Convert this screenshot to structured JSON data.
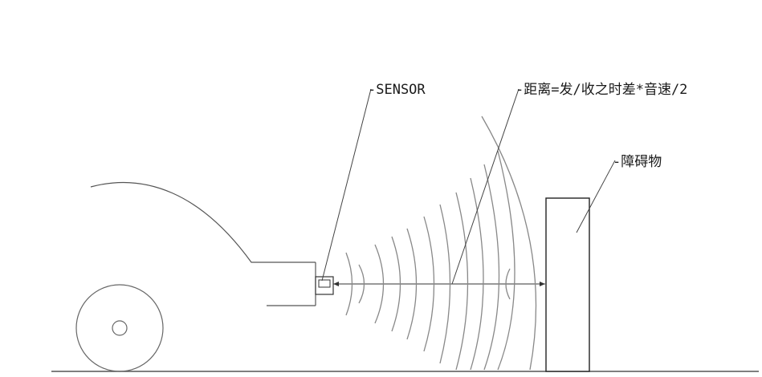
{
  "labels": {
    "sensor": "-SENSOR",
    "distance": "-距离=发/收之时差*音速/2",
    "obstacle": "-障碍物"
  }
}
